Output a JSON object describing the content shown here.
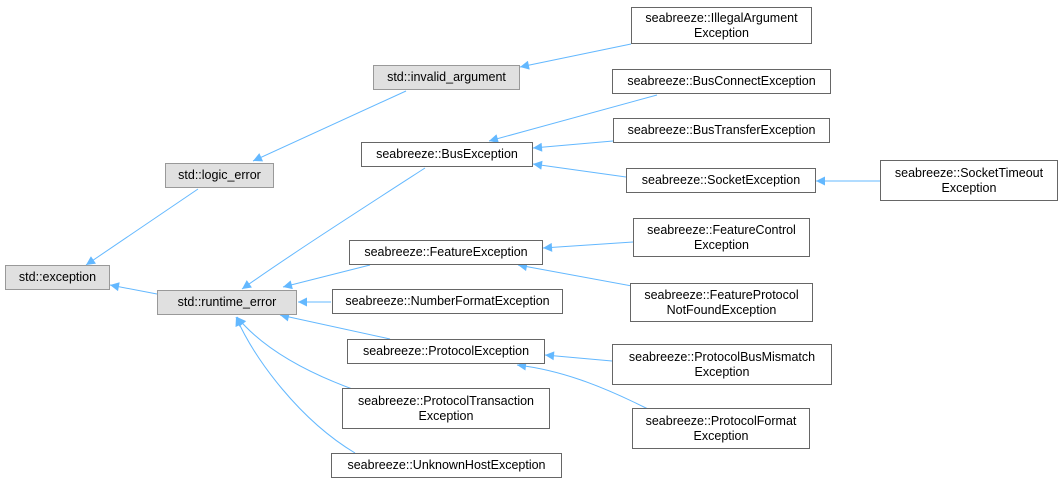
{
  "colors": {
    "edge": "#63b8ff",
    "std_fill": "#e0e0e0",
    "std_border": "#999999",
    "class_fill": "#ffffff",
    "class_border": "#666666"
  },
  "nodes": {
    "exception": "std::exception",
    "logic_error": "std::logic_error",
    "runtime_error": "std::runtime_error",
    "invalid_argument": "std::invalid_argument",
    "illegal_argument": "seabreeze::IllegalArgument\nException",
    "bus_exception": "seabreeze::BusException",
    "bus_connect": "seabreeze::BusConnectException",
    "bus_transfer": "seabreeze::BusTransferException",
    "socket_exception": "seabreeze::SocketException",
    "socket_timeout": "seabreeze::SocketTimeout\nException",
    "feature_exception": "seabreeze::FeatureException",
    "feature_control": "seabreeze::FeatureControl\nException",
    "feature_protocol": "seabreeze::FeatureProtocol\nNotFoundException",
    "number_format": "seabreeze::NumberFormatException",
    "protocol_exception": "seabreeze::ProtocolException",
    "protocol_bus_mismatch": "seabreeze::ProtocolBusMismatch\nException",
    "protocol_format": "seabreeze::ProtocolFormat\nException",
    "protocol_transaction": "seabreeze::ProtocolTransaction\nException",
    "unknown_host": "seabreeze::UnknownHostException"
  }
}
